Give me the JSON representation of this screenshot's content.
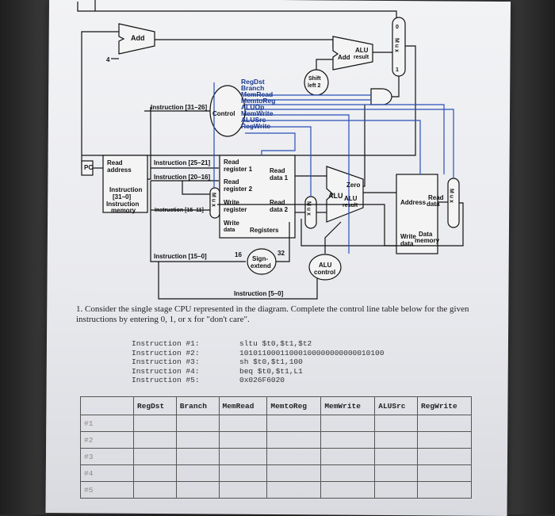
{
  "diagram": {
    "add": "Add",
    "alu_add": "Add",
    "alu_result_top": "ALU",
    "alu_result_bottom": "result",
    "four": "4",
    "shift_left_top": "Shift",
    "shift_left_bottom": "left 2",
    "pc": "PC",
    "read_address_1": "Read",
    "read_address_2": "address",
    "instr_mem_1": "Instruction",
    "instr_mem_2": "[31–0]",
    "instr_mem_3": "Instruction",
    "instr_mem_4": "memory",
    "instr_31_26": "Instruction [31–26]",
    "instr_25_21": "Instruction [25–21]",
    "instr_20_16": "Instruction [20–16]",
    "instr_15_11": "Instruction [15–11]",
    "instr_15_0": "Instruction [15–0]",
    "instr_5_0": "Instruction [5–0]",
    "control": "Control",
    "control_lines": [
      "RegDst",
      "Branch",
      "MemRead",
      "MemtoReg",
      "ALUOp",
      "MemWrite",
      "ALUSrc",
      "RegWrite"
    ],
    "reg_read1a": "Read",
    "reg_read1b": "register 1",
    "reg_read2a": "Read",
    "reg_read2b": "register 2",
    "reg_writea": "Write",
    "reg_writeb": "register",
    "reg_wdataa": "Write",
    "reg_wdatab": "data",
    "reg_data1a": "Read",
    "reg_data1b": "data 1",
    "reg_data2a": "Read",
    "reg_data2b": "data 2",
    "registers": "Registers",
    "zero": "Zero",
    "alu": "ALU",
    "alu_res_a": "ALU",
    "alu_res_b": "result",
    "address": "Address",
    "read_data_a": "Read",
    "read_data_b": "data",
    "mem_write_a": "Write",
    "mem_write_b": "data",
    "data_mem_a": "Data",
    "data_mem_b": "memory",
    "sixteen": "16",
    "thirtytwo": "32",
    "sign_ext_a": "Sign-",
    "sign_ext_b": "extend",
    "alu_control_a": "ALU",
    "alu_control_b": "control",
    "mux": "M u x",
    "zero_label": "0",
    "one_label": "1"
  },
  "question": "1. Consider the single stage CPU represented in the diagram. Complete the control line table below for the given instructions by entering 0, 1, or x for \"don't care\".",
  "instructions": [
    {
      "label": "Instruction #1:",
      "code": "sltu $t0,$t1,$t2"
    },
    {
      "label": "Instruction #2:",
      "code": "10101100011000100000000000010100"
    },
    {
      "label": "Instruction #3:",
      "code": "sh $t0,$t1,100"
    },
    {
      "label": "Instruction #4:",
      "code": "beq $t0,$t1,L1"
    },
    {
      "label": "Instruction #5:",
      "code": "0x026F6020"
    }
  ],
  "table": {
    "headers": [
      "",
      "RegDst",
      "Branch",
      "MemRead",
      "MemtoReg",
      "MemWrite",
      "ALUSrc",
      "RegWrite"
    ],
    "rows": [
      "#1",
      "#2",
      "#3",
      "#4",
      "#5"
    ]
  }
}
